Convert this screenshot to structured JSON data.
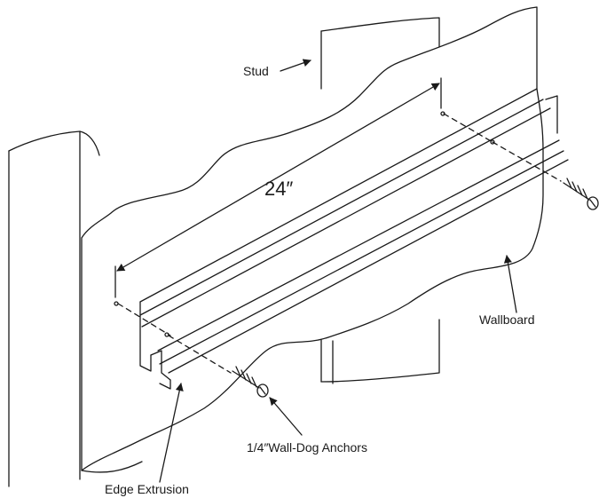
{
  "labels": {
    "stud": "Stud",
    "dimension": "24″",
    "wallboard": "Wallboard",
    "anchors": "1/4″Wall-Dog Anchors",
    "extrusion": "Edge Extrusion"
  },
  "colors": {
    "stroke": "#1a1a1a",
    "fill": "#ffffff"
  }
}
